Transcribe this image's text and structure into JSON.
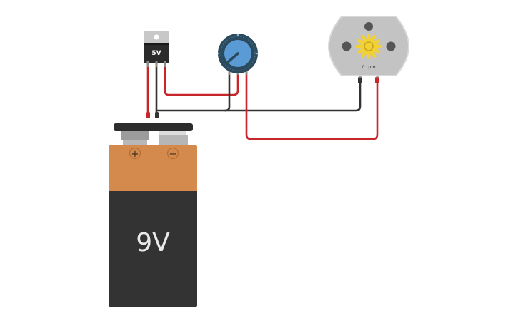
{
  "battery": {
    "label": "9V",
    "plus_symbol": "+",
    "minus_symbol": "−",
    "top_color": "#d38a4c",
    "body_color": "#333333"
  },
  "regulator": {
    "label": "5V",
    "body_color": "#2b2b2b",
    "tab_color": "#c8c8c8"
  },
  "potentiometer": {
    "knob_color": "#5b9bd5",
    "ring_color": "#2b4a5e"
  },
  "motor": {
    "speed_label": "0 rpm",
    "body_color": "#c3c3c3",
    "gear_color": "#f1d134"
  },
  "wires": {
    "red": "#c9262b",
    "black": "#333333"
  },
  "icons": {
    "battery": "battery-9v-icon",
    "regulator": "voltage-regulator-icon",
    "potentiometer": "potentiometer-knob-icon",
    "motor": "dc-motor-icon",
    "gear": "gear-icon"
  }
}
